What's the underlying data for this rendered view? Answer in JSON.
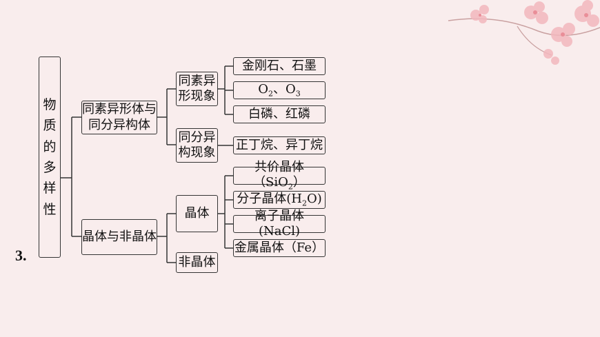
{
  "number_label": "3.",
  "root": [
    "物",
    "质",
    "的",
    "多",
    "样",
    "性"
  ],
  "b1": {
    "line1": "同素异形体与",
    "line2": "同分异构体"
  },
  "b2": {
    "text": "晶体与非晶体"
  },
  "tx": {
    "line1": "同素异",
    "line2": "形现象"
  },
  "fy": {
    "line1": "同分异",
    "line2": "构现象"
  },
  "jt": {
    "text": "晶体"
  },
  "fjt": {
    "text": "非晶体"
  },
  "leaves": {
    "l1": "金刚石、石墨",
    "l2_a": "O",
    "l2_s1": "2",
    "l2_b": "、O",
    "l2_s2": "3",
    "l3": "白磷、红磷",
    "l4": "正丁烷、异丁烷",
    "l5_a": "共价晶体（SiO",
    "l5_s": "2",
    "l5_b": "）",
    "l6_a": "分子晶体(H",
    "l6_s": "2",
    "l6_b": "O)",
    "l7": "离子晶体(NaCl)",
    "l8": "金属晶体（Fe）"
  }
}
